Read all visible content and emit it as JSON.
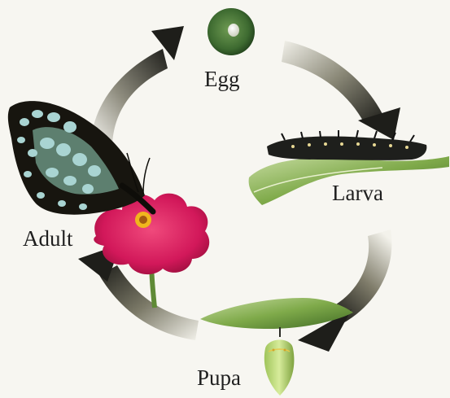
{
  "diagram": {
    "stages": {
      "egg": "Egg",
      "larva": "Larva",
      "pupa": "Pupa",
      "adult": "Adult"
    }
  },
  "colors": {
    "background": "#f7f6f1",
    "arrow_dark": "#2a2a25",
    "leaf_green": "#7faa4a",
    "flower_magenta": "#d2185a",
    "butterfly_spot": "#a9d4d2"
  }
}
